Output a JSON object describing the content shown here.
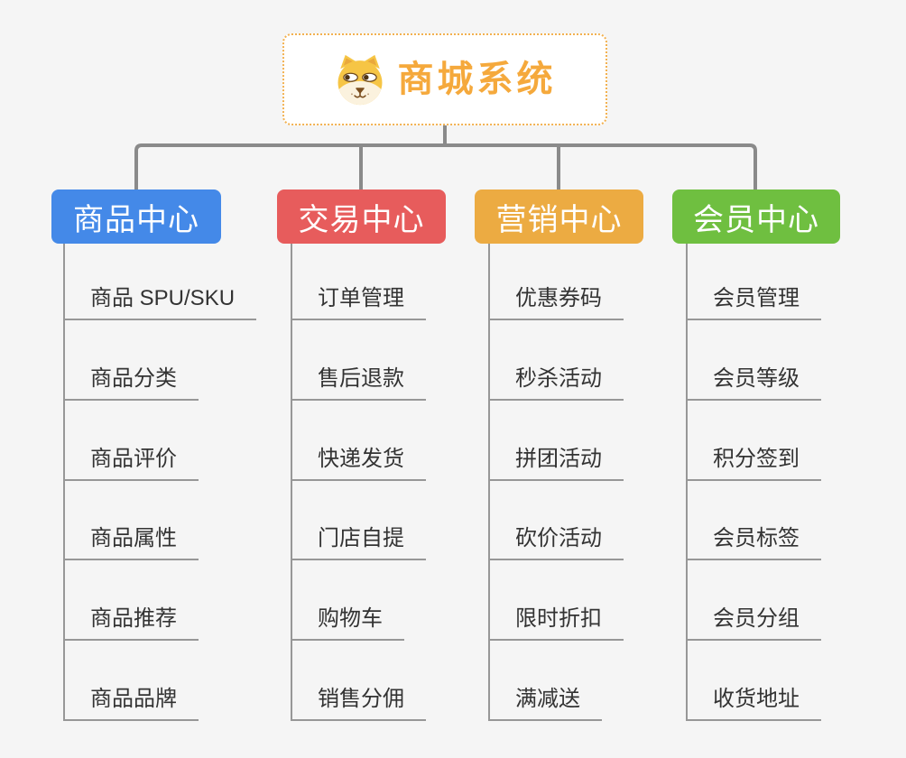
{
  "page": {
    "background": "#F5F5F5"
  },
  "root": {
    "title": "商城系统",
    "title_color": "#F5A93C",
    "border_color": "#F2B150",
    "icon": "dog-face-icon"
  },
  "connector_color": "#8A8A8A",
  "leaf_line_color": "#979797",
  "branches": [
    {
      "label": "商品中心",
      "color": "#4489E8",
      "children": [
        "商品 SPU/SKU",
        "商品分类",
        "商品评价",
        "商品属性",
        "商品推荐",
        "商品品牌"
      ]
    },
    {
      "label": "交易中心",
      "color": "#E75C5C",
      "children": [
        "订单管理",
        "售后退款",
        "快递发货",
        "门店自提",
        "购物车",
        "销售分佣"
      ]
    },
    {
      "label": "营销中心",
      "color": "#ECAB42",
      "children": [
        "优惠券码",
        "秒杀活动",
        "拼团活动",
        "砍价活动",
        "限时折扣",
        "满减送"
      ]
    },
    {
      "label": "会员中心",
      "color": "#6FBF40",
      "children": [
        "会员管理",
        "会员等级",
        "积分签到",
        "会员标签",
        "会员分组",
        "收货地址"
      ]
    }
  ]
}
